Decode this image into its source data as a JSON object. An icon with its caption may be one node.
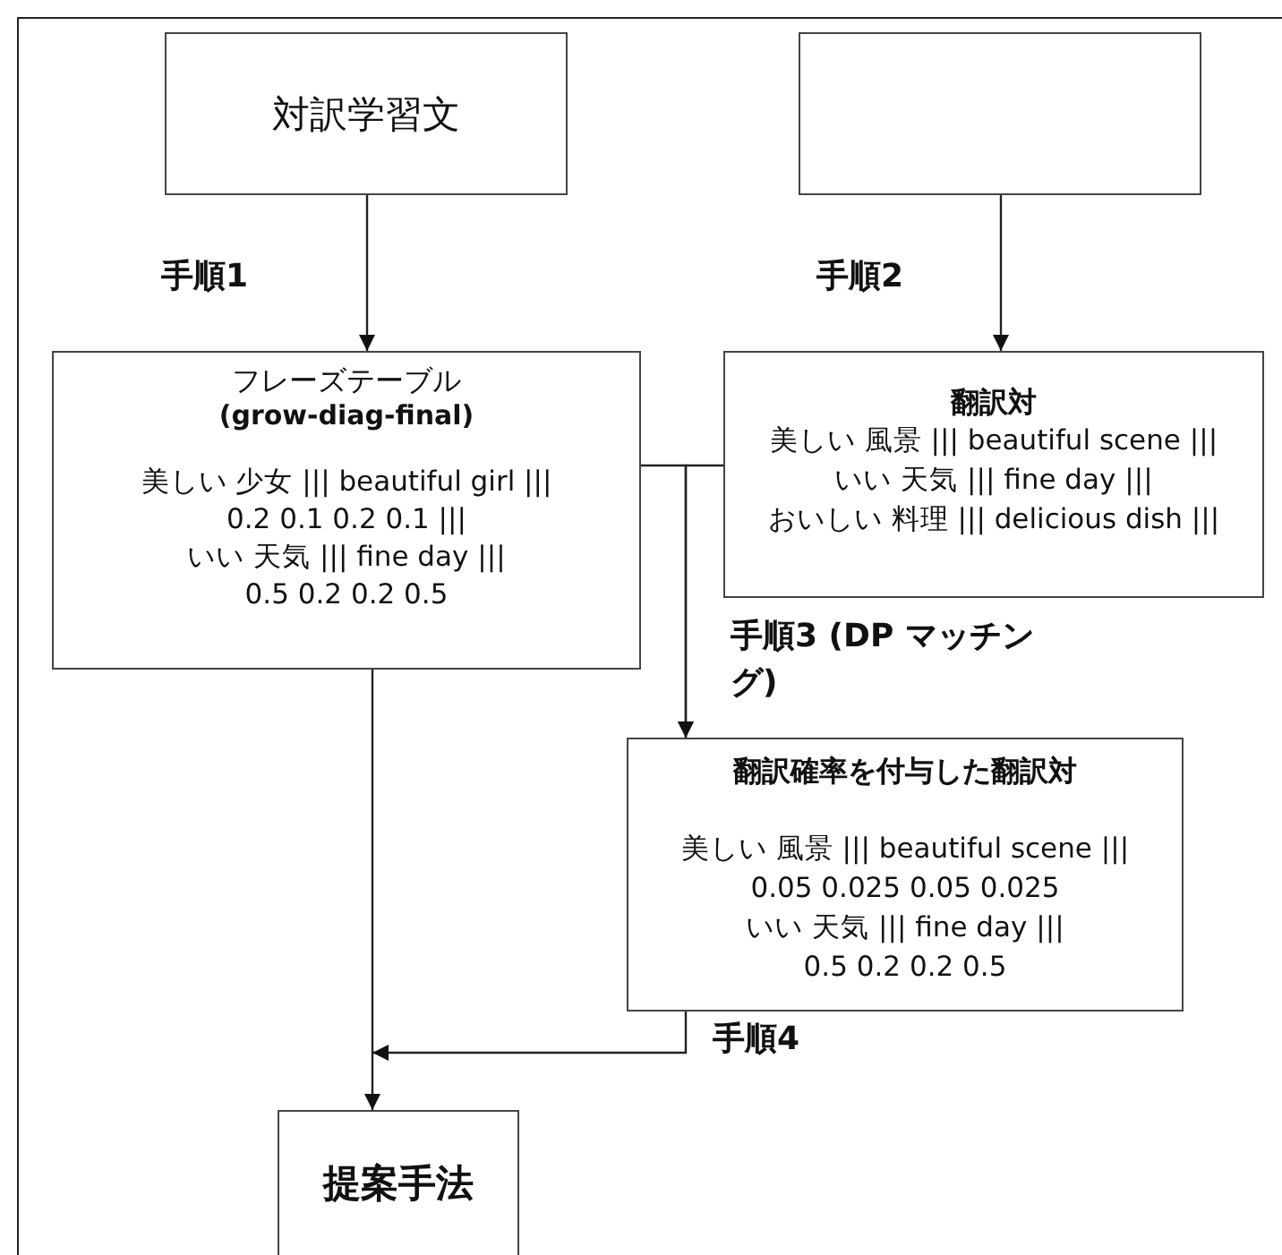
{
  "diagram": {
    "nodes": [
      {
        "text": [
          "対訳学習文"
        ]
      },
      {
        "text": [],
        "shape": "box"
      },
      {
        "text": [
          "フレーズテーブル",
          "(grow-diag-final)",
          "美しい 少女 ||| beautiful  girl |||",
          "0.2 0.1 0.2 0.1 |||",
          "いい 天気 ||| fine day |||",
          "0.5 0.2 0.2 0.5"
        ]
      },
      {
        "text": [
          "翻訳対",
          "美しい 風景 ||| beautiful scene |||",
          "いい 天気 ||| fine day |||",
          "おいしい 料理 ||| delicious dish |||"
        ]
      },
      {
        "text": [
          "翻訳確率を付与した翻訳対",
          "美しい 風景 ||| beautiful scene |||",
          "0.05 0.025 0.05 0.025",
          "いい 天気 ||| fine day |||",
          "0.5 0.2 0.2 0.5"
        ]
      },
      {
        "text": [
          "提案手法"
        ]
      }
    ],
    "edges": [
      {
        "from": 0,
        "to": 2,
        "arrow": "to",
        "label": "手順1"
      },
      {
        "from": 1,
        "to": 3,
        "arrow": "to",
        "label": "手順2"
      },
      {
        "from": 2,
        "to": 4,
        "arrow": "to",
        "label": "手順3 (DP マッチング)"
      },
      {
        "from": 3,
        "to": 4,
        "arrow": "to"
      },
      {
        "from": 2,
        "to": 5,
        "arrow": "to"
      },
      {
        "from": 4,
        "to": 5,
        "arrow": "to",
        "label": "手順4"
      }
    ]
  }
}
